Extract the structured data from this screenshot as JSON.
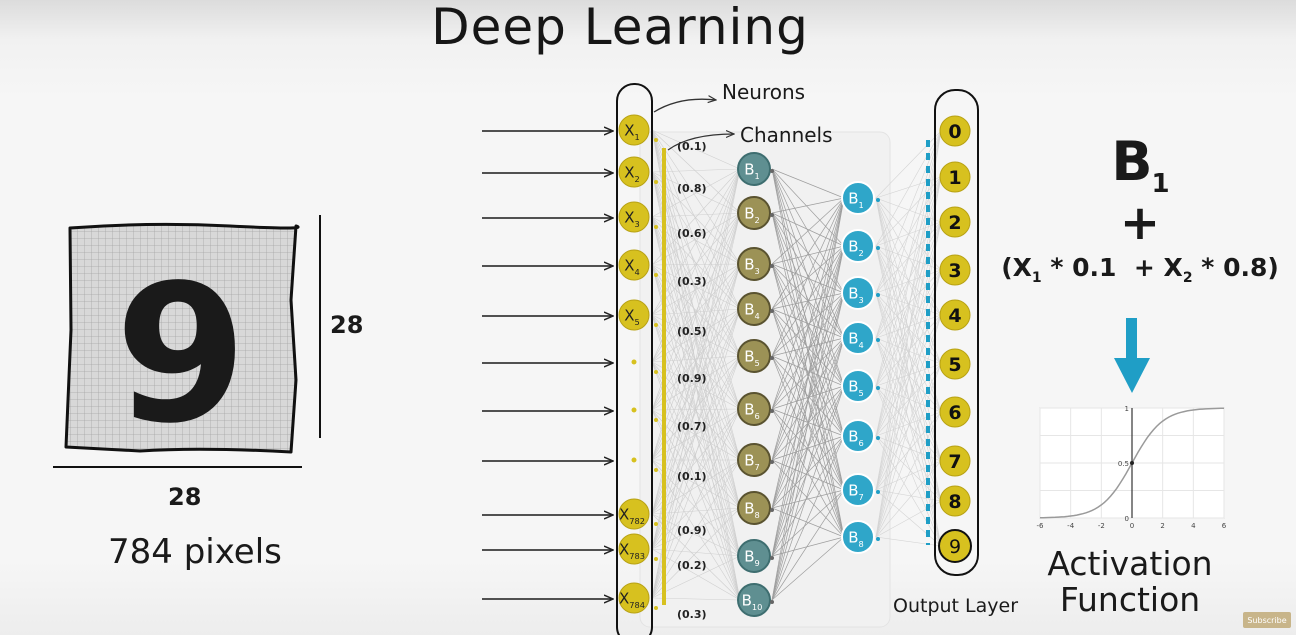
{
  "title": "Deep Learning",
  "image_digit": "9",
  "dim_height": "28",
  "dim_width": "28",
  "pixels_label": "784 pixels",
  "annotations": {
    "neurons": "Neurons",
    "channels": "Channels"
  },
  "input_nodes": [
    {
      "base": "X",
      "sub": "1"
    },
    {
      "base": "X",
      "sub": "2"
    },
    {
      "base": "X",
      "sub": "3"
    },
    {
      "base": "X",
      "sub": "4"
    },
    {
      "base": "X",
      "sub": "5"
    },
    {
      "base": "",
      "sub": ""
    },
    {
      "base": "",
      "sub": ""
    },
    {
      "base": "",
      "sub": ""
    },
    {
      "base": "X",
      "sub": "782"
    },
    {
      "base": "X",
      "sub": "783"
    },
    {
      "base": "X",
      "sub": "784"
    }
  ],
  "weights": [
    "(0.1)",
    "(0.8)",
    "(0.6)",
    "(0.3)",
    "(0.5)",
    "(0.9)",
    "(0.7)",
    "(0.1)",
    "(0.9)",
    "(0.2)",
    "(0.3)"
  ],
  "hidden_layer_1": [
    {
      "base": "B",
      "sub": "1"
    },
    {
      "base": "B",
      "sub": "2"
    },
    {
      "base": "B",
      "sub": "3"
    },
    {
      "base": "B",
      "sub": "4"
    },
    {
      "base": "B",
      "sub": "5"
    },
    {
      "base": "B",
      "sub": "6"
    },
    {
      "base": "B",
      "sub": "7"
    },
    {
      "base": "B",
      "sub": "8"
    },
    {
      "base": "B",
      "sub": "9"
    },
    {
      "base": "B",
      "sub": "10"
    }
  ],
  "hidden_layer_2": [
    {
      "base": "B",
      "sub": "1"
    },
    {
      "base": "B",
      "sub": "2"
    },
    {
      "base": "B",
      "sub": "3"
    },
    {
      "base": "B",
      "sub": "4"
    },
    {
      "base": "B",
      "sub": "5"
    },
    {
      "base": "B",
      "sub": "6"
    },
    {
      "base": "B",
      "sub": "7"
    },
    {
      "base": "B",
      "sub": "8"
    }
  ],
  "output_nodes": [
    "0",
    "1",
    "2",
    "3",
    "4",
    "5",
    "6",
    "7",
    "8",
    "9"
  ],
  "output_layer_label": "Output Layer",
  "formula": {
    "term": "B",
    "term_sub": "1",
    "plus": "+",
    "x1": "X",
    "x1_sub": "1",
    "w1": "* 0.1",
    "plus2": "+",
    "x2": "X",
    "x2_sub": "2",
    "w2": "* 0.8"
  },
  "activation": {
    "line1": "Activation",
    "line2": "Function",
    "x_ticks": [
      "-6",
      "-4",
      "-2",
      "0",
      "2",
      "4",
      "6"
    ],
    "y_ticks": [
      "0",
      "0.5",
      "1"
    ]
  },
  "colors": {
    "input_fill": "#d7c11f",
    "output_fill": "#d7c11f",
    "hidden1_fill": "#9c9256",
    "hidden1_teal": "#5f8f91",
    "hidden2_fill": "#2fa6c9",
    "arrow": "#1f9ec6"
  },
  "badge": "Subscribe"
}
